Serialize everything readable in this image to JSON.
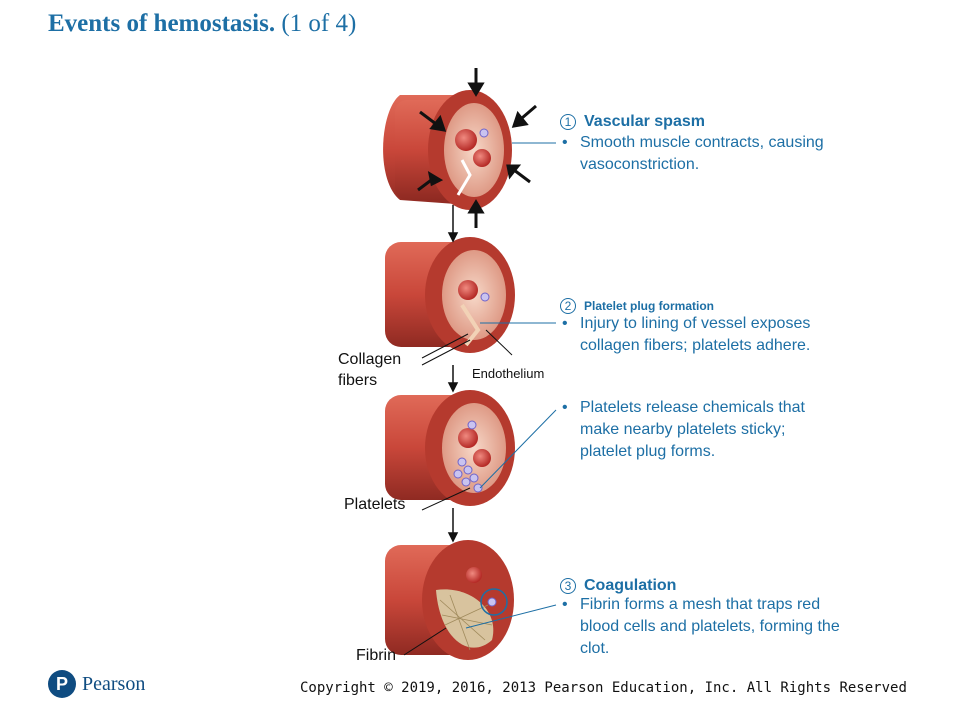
{
  "title": {
    "bold": "Events of hemostasis.",
    "normal": "(1 of 4)"
  },
  "steps": [
    {
      "num": "1",
      "heading": "Vascular spasm",
      "bullets": [
        "Smooth muscle contracts, causing vasoconstriction."
      ]
    },
    {
      "num": "2",
      "heading": "Platelet plug formation",
      "bullets": [
        "Injury to lining of vessel exposes collagen fibers; platelets adhere.",
        "Platelets release chemicals that make nearby platelets sticky; platelet plug forms."
      ]
    },
    {
      "num": "3",
      "heading": "Coagulation",
      "bullets": [
        "Fibrin forms a mesh that traps red blood cells and platelets, forming the clot."
      ]
    }
  ],
  "labels": {
    "collagen": "Collagen fibers",
    "endothelium": "Endothelium",
    "platelets": "Platelets",
    "fibrin": "Fibrin"
  },
  "bullet_symbol": "•",
  "footer": "Copyright © 2019, 2016, 2013 Pearson Education, Inc. All Rights Reserved",
  "logo": {
    "mark": "P",
    "text": "Pearson"
  },
  "colors": {
    "accent": "#1d6fa5",
    "vessel": "#c9473a",
    "vessel_dark": "#8f2a22",
    "lumen": "#f3c9b8"
  }
}
